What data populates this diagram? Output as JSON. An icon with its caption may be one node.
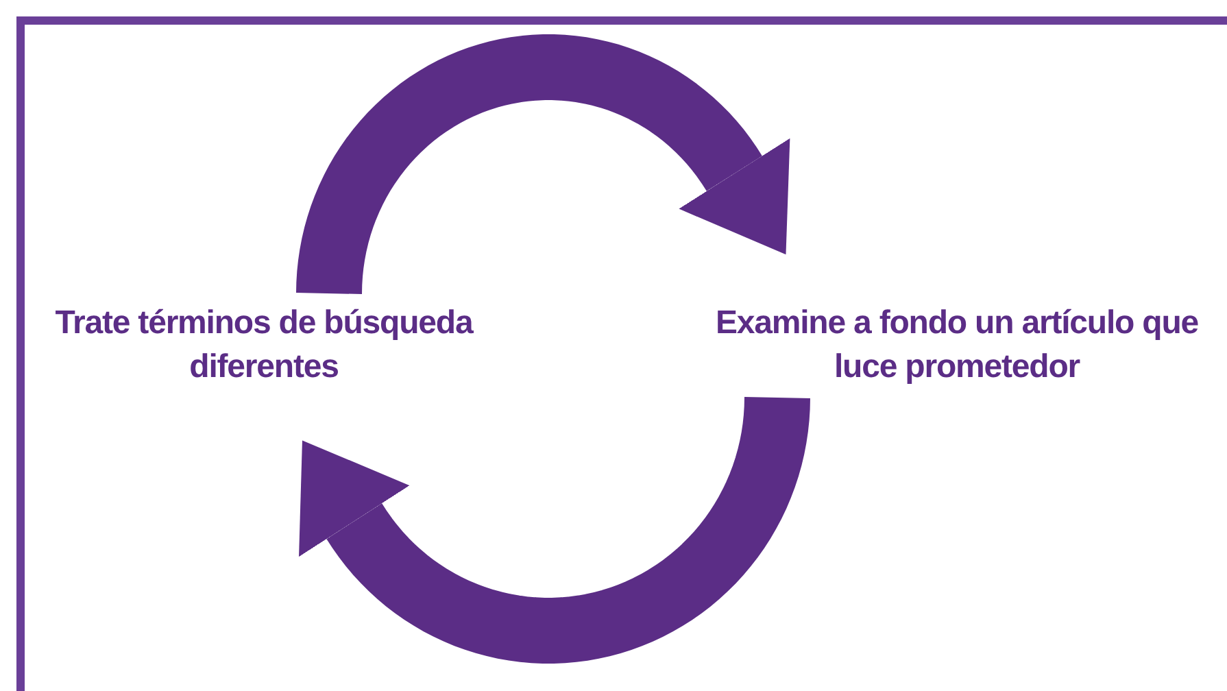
{
  "diagram": {
    "nodes": [
      {
        "text": [
          "Trate términos de búsqueda diferentes"
        ]
      },
      {
        "text": [
          "Examine a fondo un artículo que luce prometedor"
        ]
      }
    ],
    "edges": [
      {
        "from": 0,
        "to": 1,
        "arrow": "to"
      },
      {
        "from": 1,
        "to": 0,
        "arrow": "to"
      }
    ]
  }
}
